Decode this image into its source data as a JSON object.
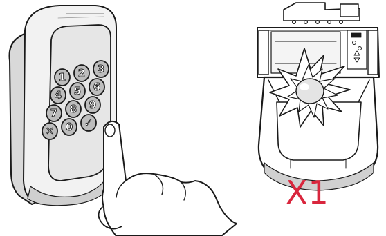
{
  "keypad": {
    "keys": [
      "1",
      "2",
      "3",
      "4",
      "5",
      "6",
      "7",
      "8",
      "9",
      "✕",
      "0",
      "✓"
    ]
  },
  "press_count": {
    "text": "X1",
    "color": "#d9263d"
  },
  "colors": {
    "outline": "#1a1a1a",
    "body_light": "#f2f2f2",
    "body_mid": "#d9d9d9",
    "body_dark": "#bdbdbd"
  }
}
